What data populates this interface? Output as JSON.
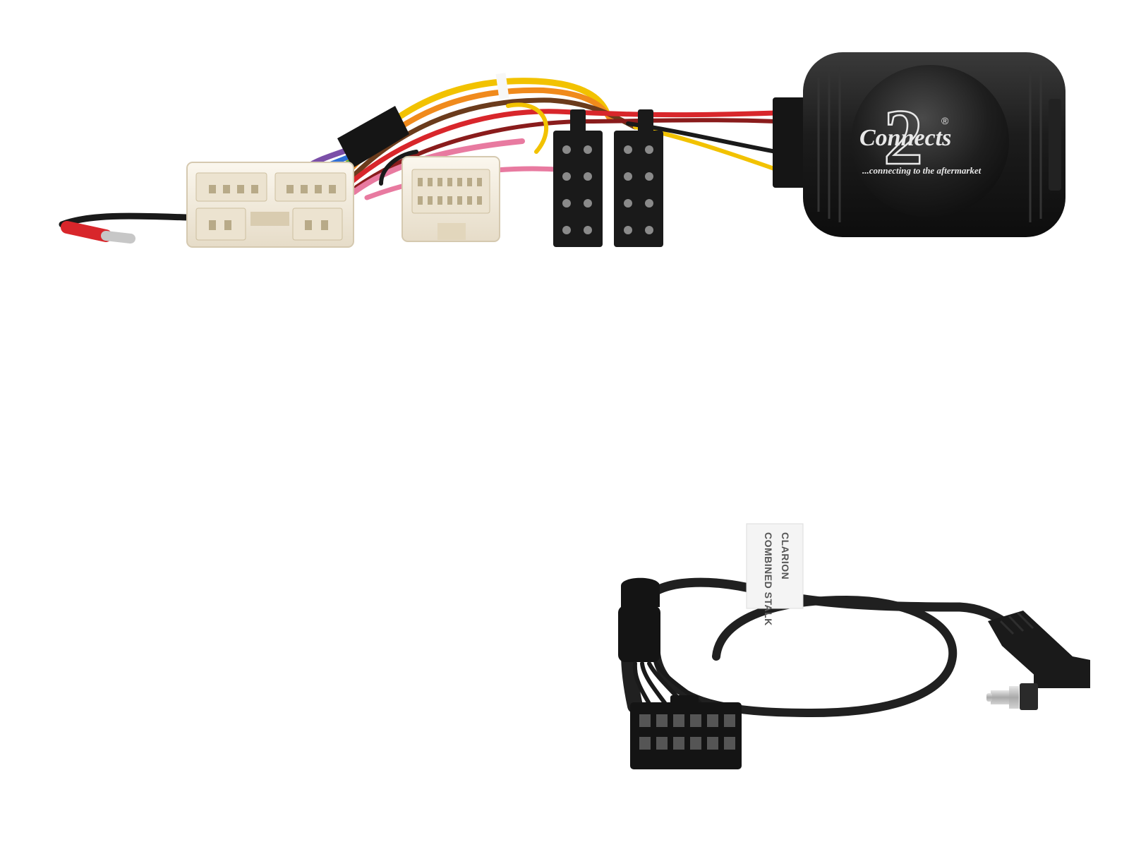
{
  "brand": {
    "logo_digit": "2",
    "logo_word": "Connects",
    "registered_mark": "®",
    "tagline": "...connecting to the aftermarket"
  },
  "cable_tag": {
    "line1": "CLARION",
    "line2": "COMBINED STALK"
  },
  "colors": {
    "module_body": "#1e1e1e",
    "connector_white": "#f2ece0",
    "connector_black": "#1a1a1a",
    "wire_yellow": "#f2c200",
    "wire_red": "#d8262b",
    "wire_orange": "#f08a1c",
    "wire_brown": "#6b3b1c",
    "wire_pink": "#e87aa0",
    "wire_purple": "#7b4fa8",
    "wire_blue": "#2f6fd6",
    "wire_green": "#2fa84f",
    "cable_black": "#202020",
    "jack_metal": "#b9b9b9"
  }
}
